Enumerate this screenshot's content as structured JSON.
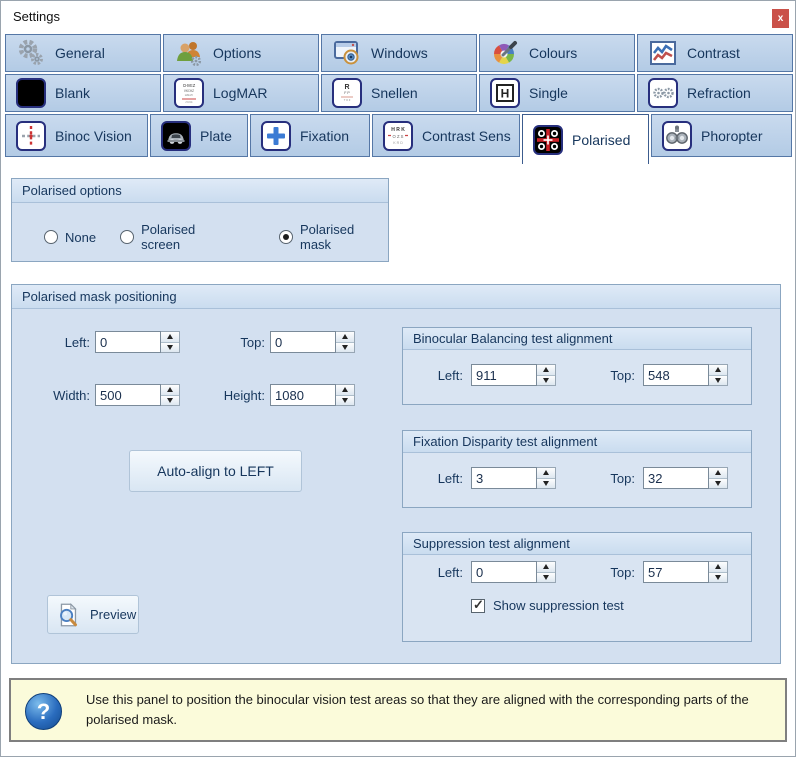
{
  "window": {
    "title": "Settings",
    "close": "x"
  },
  "tabs": {
    "row1": [
      {
        "label": "General"
      },
      {
        "label": "Options"
      },
      {
        "label": "Windows"
      },
      {
        "label": "Colours"
      },
      {
        "label": "Contrast"
      }
    ],
    "row2": [
      {
        "label": "Blank"
      },
      {
        "label": "LogMAR"
      },
      {
        "label": "Snellen"
      },
      {
        "label": "Single"
      },
      {
        "label": "Refraction"
      }
    ],
    "row3": [
      {
        "label": "Binoc Vision"
      },
      {
        "label": "Plate"
      },
      {
        "label": "Fixation"
      },
      {
        "label": "Contrast Sens"
      },
      {
        "label": "Polarised",
        "selected": true
      },
      {
        "label": "Phoropter"
      }
    ]
  },
  "polarised_options": {
    "title": "Polarised options",
    "radios": [
      {
        "label": "None",
        "selected": false
      },
      {
        "label": "Polarised screen",
        "selected": false
      },
      {
        "label": "Polarised mask",
        "selected": true
      }
    ]
  },
  "mask_positioning": {
    "title": "Polarised mask positioning",
    "left_label": "Left:",
    "left_value": "0",
    "top_label": "Top:",
    "top_value": "0",
    "width_label": "Width:",
    "width_value": "500",
    "height_label": "Height:",
    "height_value": "1080",
    "auto_align_button": "Auto-align to LEFT",
    "preview_button": "Preview",
    "binocular_balancing": {
      "title": "Binocular Balancing test alignment",
      "left_label": "Left:",
      "left_value": "911",
      "top_label": "Top:",
      "top_value": "548"
    },
    "fixation_disparity": {
      "title": "Fixation Disparity test alignment",
      "left_label": "Left:",
      "left_value": "3",
      "top_label": "Top:",
      "top_value": "32"
    },
    "suppression": {
      "title": "Suppression test alignment",
      "left_label": "Left:",
      "left_value": "0",
      "top_label": "Top:",
      "top_value": "57",
      "checkbox_label": "Show suppression test",
      "checked": true
    }
  },
  "info_panel": {
    "text": "Use this panel to position the binocular vision test areas so that they are aligned with the corresponding parts of the polarised mask."
  },
  "colors": {
    "tab_fill": "#bcd1e9",
    "tab_border": "#5577a6",
    "header_text": "#16365c",
    "group_body": "#d3e0f0",
    "close_red": "#ca5149",
    "info_yellow": "#fbfbda"
  }
}
